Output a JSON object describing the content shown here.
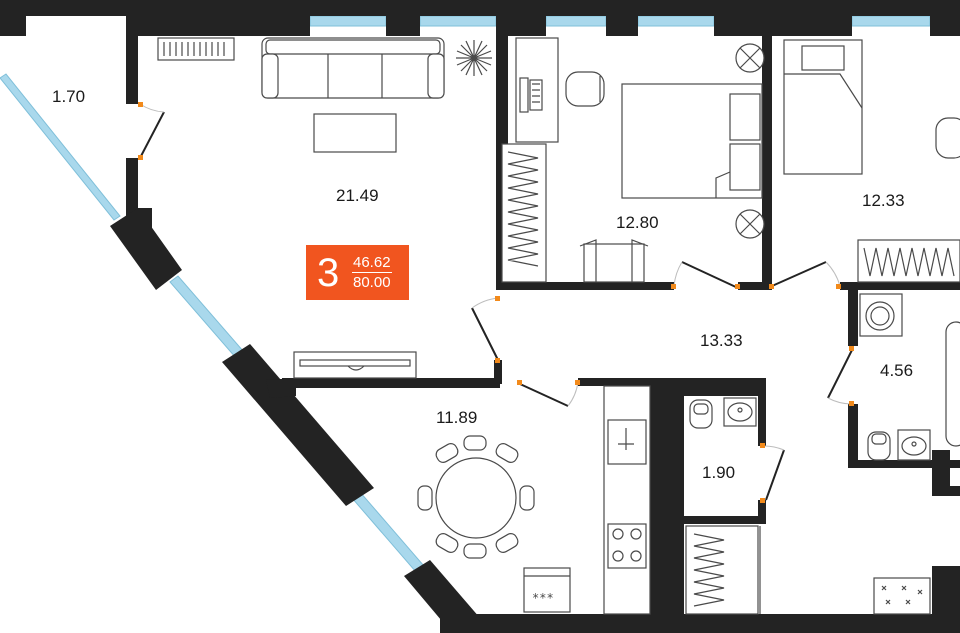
{
  "plan": {
    "colors": {
      "wall": "#232323",
      "window": "#a9d8ec",
      "door_marker": "#f28a1b",
      "badge": "#f1551f",
      "furniture": "#4a4a4a"
    },
    "rooms": [
      {
        "id": "balcony",
        "area": "1.70"
      },
      {
        "id": "living-room",
        "area": "21.49"
      },
      {
        "id": "bedroom-1",
        "area": "12.80"
      },
      {
        "id": "bedroom-2",
        "area": "12.33"
      },
      {
        "id": "hallway",
        "area": "13.33"
      },
      {
        "id": "bathroom-large",
        "area": "4.56"
      },
      {
        "id": "kitchen",
        "area": "11.89"
      },
      {
        "id": "bathroom-small",
        "area": "1.90"
      }
    ],
    "badge": {
      "rooms_count": "3",
      "living_area": "46.62",
      "total_area": "80.00"
    }
  }
}
